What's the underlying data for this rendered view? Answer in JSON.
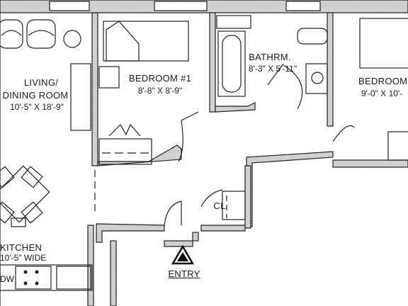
{
  "rooms": {
    "living": {
      "name_line1": "LIVING/",
      "name_line2": "DINING ROOM",
      "dims": "10'-5\" X 18'-9\""
    },
    "bedroom1": {
      "name": "BEDROOM #1",
      "dims": "8'-8\" X 8'-9\""
    },
    "bathroom": {
      "name": "BATHRM.",
      "dims": "8'-3\" X 5'-11\""
    },
    "bedroom2": {
      "name": "BEDROOM",
      "dims": "9'-0\" X 10'-"
    },
    "closet": {
      "name": "CL."
    },
    "kitchen": {
      "name": "KITCHEN",
      "dims": "10'-5\" WIDE"
    }
  },
  "fixtures": {
    "dishwasher": "DW"
  },
  "entry": {
    "label": "ENTRY"
  }
}
